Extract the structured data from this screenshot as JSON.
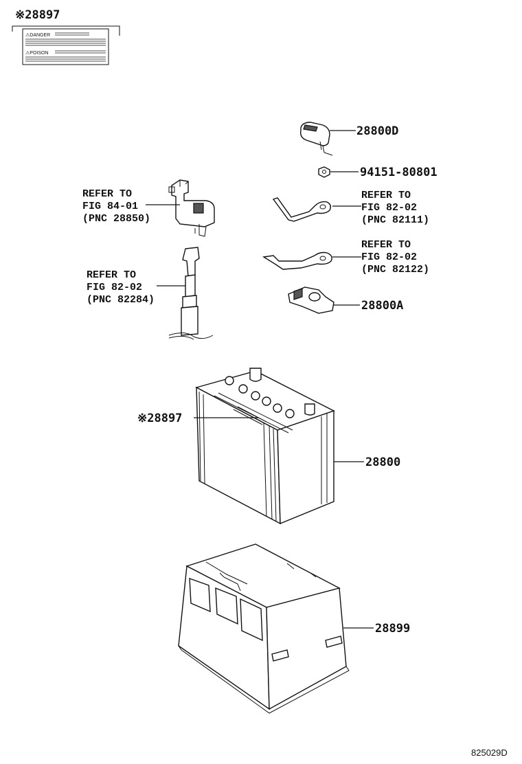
{
  "label_box": {
    "header": "※28897",
    "danger_text": "⚠DANGER",
    "poison_text": "⚠POISON"
  },
  "parts": [
    {
      "id": "p28800D",
      "label": "28800D"
    },
    {
      "id": "p94151",
      "label": "94151-80801"
    },
    {
      "id": "p28800A",
      "label": "28800A"
    },
    {
      "id": "p28897",
      "label": "※28897"
    },
    {
      "id": "p28800",
      "label": "28800"
    },
    {
      "id": "p28899",
      "label": "28899"
    }
  ],
  "refs": [
    {
      "id": "ref_fig84",
      "lines": [
        "REFER TO",
        "FIG 84-01",
        "(PNC 28850)"
      ]
    },
    {
      "id": "ref_fig82_a",
      "lines": [
        "REFER TO",
        "FIG 82-02",
        "(PNC 82111)"
      ]
    },
    {
      "id": "ref_fig82_b",
      "lines": [
        "REFER TO",
        "FIG 82-02",
        "(PNC 82122)"
      ]
    },
    {
      "id": "ref_fig82_c",
      "lines": [
        "REFER TO",
        "FIG 82-02",
        "(PNC 82284)"
      ]
    }
  ],
  "diagram_code": "825029D"
}
